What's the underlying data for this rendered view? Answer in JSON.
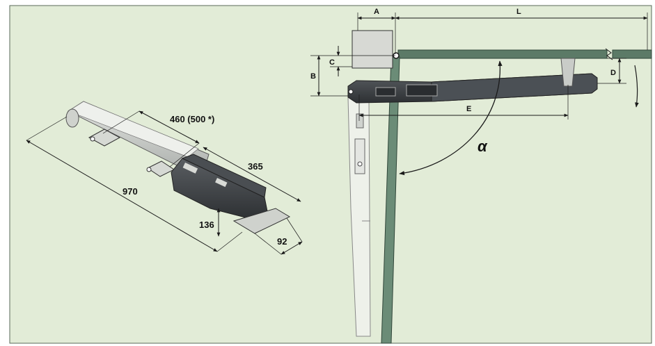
{
  "colors": {
    "background": "#e2ecd7",
    "frame": "#5a6a5a",
    "gate_green": "#5c7a67",
    "motor_dark": "#3a3d40",
    "motor_light": "#c9ccc8",
    "line": "#1a1a1a"
  },
  "icons": [
    "angle-arc-arrow-icon",
    "swing-direction-arrow-icon",
    "hinge-pin-icon"
  ],
  "left_drawing": {
    "dim_460": "460 (500 *)",
    "dim_365": "365",
    "dim_970": "970",
    "dim_136": "136",
    "dim_92": "92"
  },
  "right_drawing": {
    "label_a": "A",
    "label_l": "L",
    "label_b": "B",
    "label_c": "C",
    "label_d": "D",
    "label_e": "E",
    "label_alpha": "α"
  }
}
